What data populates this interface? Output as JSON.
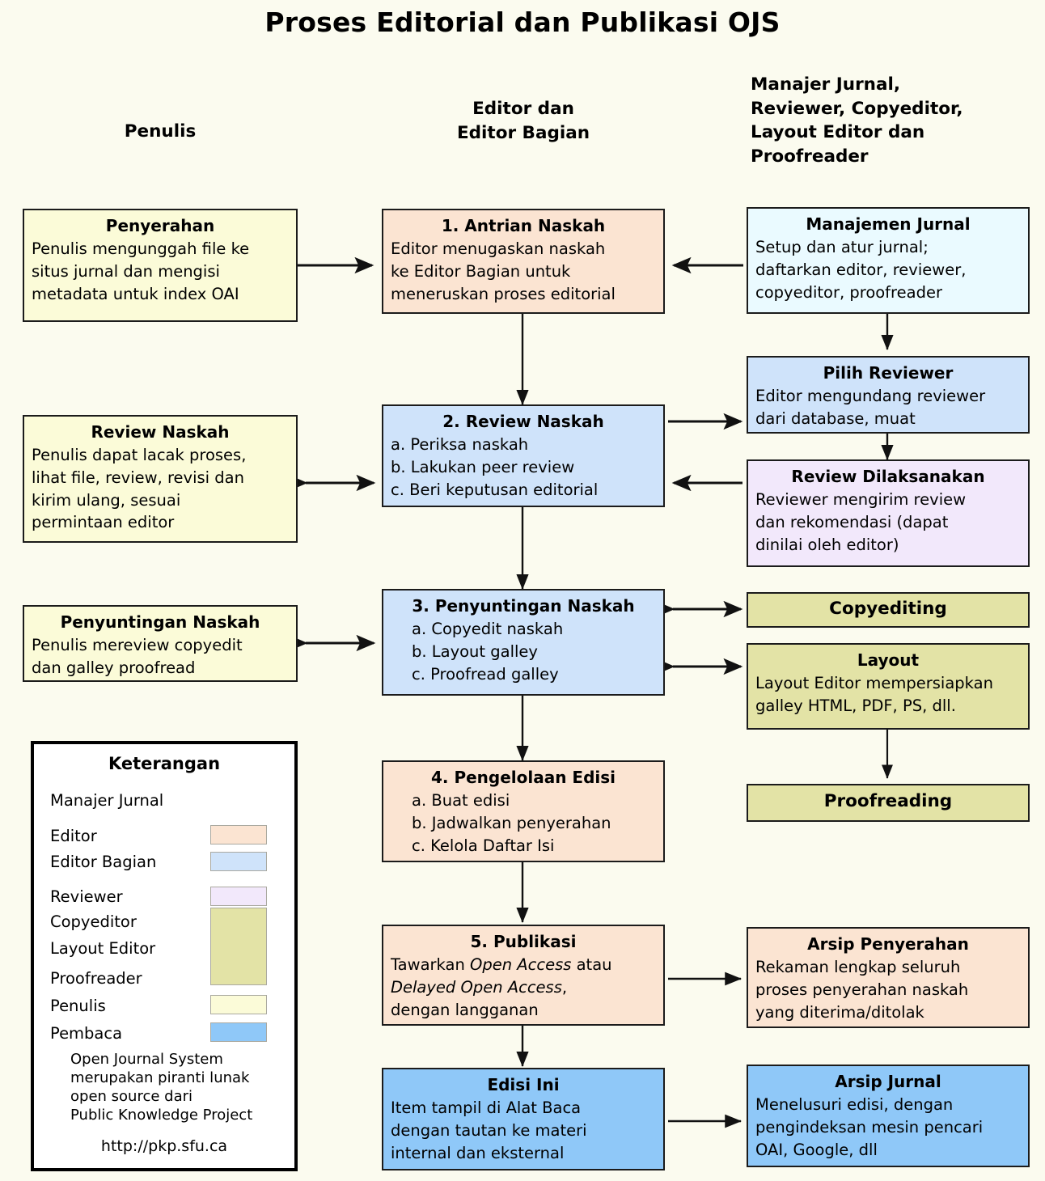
{
  "title": "Proses Editorial dan Publikasi OJS",
  "columns": [
    {
      "id": "penulis",
      "label": "Penulis"
    },
    {
      "id": "editor",
      "label": "Editor dan\nEditor Bagian"
    },
    {
      "id": "others",
      "label": "Manajer Jurnal,\nReviewer, Copyeditor,\nLayout Editor dan\nProofreader"
    }
  ],
  "nodes": {
    "penyerahan": {
      "title": "Penyerahan",
      "lines": [
        "Penulis mengunggah file ke",
        "situs jurnal dan mengisi",
        "metadata untuk index OAI"
      ],
      "role": "Penulis"
    },
    "antrian": {
      "title": "1. Antrian Naskah",
      "lines": [
        "Editor menugaskan naskah",
        "ke Editor Bagian untuk",
        "meneruskan proses editorial"
      ],
      "role": "Editor"
    },
    "manajemen": {
      "title": "Manajemen Jurnal",
      "lines": [
        "Setup dan atur jurnal;",
        "daftarkan editor, reviewer,",
        "copyeditor, proofreader"
      ],
      "role": "Manajer Jurnal"
    },
    "pilih_reviewer": {
      "title": "Pilih Reviewer",
      "lines": [
        "Editor mengundang reviewer",
        "dari database, muat"
      ],
      "role": "Editor Bagian"
    },
    "review_naskah_penulis": {
      "title": "Review Naskah",
      "lines": [
        "Penulis dapat lacak proses,",
        "lihat file, review, revisi dan",
        "kirim ulang, sesuai",
        "permintaan editor"
      ],
      "role": "Penulis"
    },
    "review_naskah": {
      "title": "2. Review Naskah",
      "lines": [
        "a. Periksa naskah",
        "b. Lakukan peer review",
        "c. Beri keputusan editorial"
      ],
      "role": "Editor Bagian"
    },
    "review_dilaksanakan": {
      "title": "Review Dilaksanakan",
      "lines": [
        "Reviewer mengirim review",
        "dan rekomendasi (dapat",
        "dinilai oleh editor)"
      ],
      "role": "Reviewer"
    },
    "penyuntingan_penulis": {
      "title": "Penyuntingan Naskah",
      "lines": [
        "Penulis mereview copyedit",
        "dan galley proofread"
      ],
      "role": "Penulis"
    },
    "penyuntingan": {
      "title": "3. Penyuntingan Naskah",
      "lines": [
        "a. Copyedit naskah",
        "b. Layout galley",
        "c. Proofread galley"
      ],
      "role": "Editor Bagian"
    },
    "copyediting": {
      "title": "Copyediting",
      "lines": [],
      "role": "Copyeditor"
    },
    "layout": {
      "title": "Layout",
      "lines": [
        "Layout Editor mempersiapkan",
        "galley HTML, PDF, PS, dll."
      ],
      "role": "Layout Editor"
    },
    "proofreading": {
      "title": "Proofreading",
      "lines": [],
      "role": "Proofreader"
    },
    "pengelolaan": {
      "title": "4. Pengelolaan Edisi",
      "lines": [
        "a. Buat edisi",
        "b. Jadwalkan penyerahan",
        "c. Kelola Daftar Isi"
      ],
      "role": "Editor"
    },
    "publikasi": {
      "title": "5. Publikasi",
      "lines_html": [
        "Tawarkan <em>Open Access</em> atau",
        "<em>Delayed Open Access</em>,",
        "dengan langganan"
      ],
      "role": "Editor"
    },
    "arsip_penyerahan": {
      "title": "Arsip Penyerahan",
      "lines": [
        "Rekaman lengkap seluruh",
        "proses penyerahan naskah",
        "yang diterima/ditolak"
      ],
      "role": "Editor"
    },
    "edisi_ini": {
      "title": "Edisi Ini",
      "lines": [
        "Item tampil di Alat Baca",
        "dengan tautan ke materi",
        "internal dan eksternal"
      ],
      "role": "Pembaca"
    },
    "arsip_jurnal": {
      "title": "Arsip Jurnal",
      "lines": [
        "Menelusuri edisi, dengan",
        "pengindeksan mesin pencari",
        "OAI, Google, dll"
      ],
      "role": "Pembaca"
    }
  },
  "legend": {
    "title": "Keterangan",
    "items": [
      {
        "label": "Manajer Jurnal",
        "color": "#eafaff",
        "swatch": false
      },
      {
        "label": "Editor",
        "color": "#fbe4d2",
        "swatch": true
      },
      {
        "label": "Editor Bagian",
        "color": "#cfe3fa",
        "swatch": true
      },
      {
        "label": "Reviewer",
        "color": "#f2e8fb",
        "swatch": true
      },
      {
        "label": "Copyeditor",
        "color": "#e3e3a6",
        "swatch": "group"
      },
      {
        "label": "Layout Editor",
        "color": "#e3e3a6",
        "swatch": "group"
      },
      {
        "label": "Proofreader",
        "color": "#e3e3a6",
        "swatch": "group"
      },
      {
        "label": "Penulis",
        "color": "#fbfbd8",
        "swatch": true
      },
      {
        "label": "Pembaca",
        "color": "#8fc8f8",
        "swatch": true
      }
    ],
    "note": "Open Journal System\nmerupakan piranti lunak\nopen source dari\nPublic Knowledge Project",
    "url": "http://pkp.sfu.ca"
  },
  "colors": {
    "background": "#fbfbef",
    "stroke": "#1b1b1b",
    "penulis": "#fbfbd8",
    "editor": "#fbe4d2",
    "editor_bagian": "#cfe3fa",
    "manajer_jurnal": "#eafaff",
    "reviewer": "#f2e8fb",
    "copyeditor": "#e3e3a6",
    "pembaca": "#8fc8f8"
  }
}
